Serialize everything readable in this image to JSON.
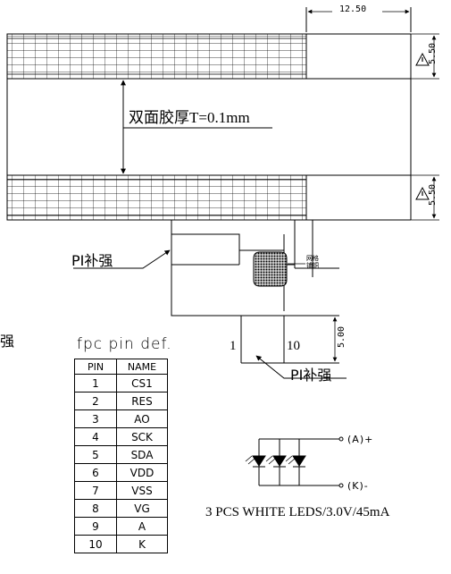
{
  "dimensions": {
    "top_width": "12.50",
    "band_top": "5.50",
    "band_bottom": "5.50",
    "tail": "5.00"
  },
  "labels": {
    "adhesive": "双面胶厚T=0.1mm",
    "pi_left": "PI补强",
    "pi_right": "PI补强",
    "mesh_note_line1": "网格",
    "mesh_note_line2": "铺铜",
    "edge_char": "强",
    "pin1": "1",
    "pin10": "10"
  },
  "pin_table": {
    "title": "fpc  pin  def.",
    "headers": [
      "PIN",
      "NAME"
    ],
    "rows": [
      {
        "pin": "1",
        "name": "CS1"
      },
      {
        "pin": "2",
        "name": "RES"
      },
      {
        "pin": "3",
        "name": "AO"
      },
      {
        "pin": "4",
        "name": "SCK"
      },
      {
        "pin": "5",
        "name": "SDA"
      },
      {
        "pin": "6",
        "name": "VDD"
      },
      {
        "pin": "7",
        "name": "VSS"
      },
      {
        "pin": "8",
        "name": "VG"
      },
      {
        "pin": "9",
        "name": "A"
      },
      {
        "pin": "10",
        "name": "K"
      }
    ]
  },
  "led": {
    "anode": "(A)+",
    "cathode": "(K)-",
    "spec": "3 PCS WHITE LEDS/3.0V/45mA"
  },
  "icons": [
    "warning-triangle-icon",
    "led-diode-icon"
  ]
}
